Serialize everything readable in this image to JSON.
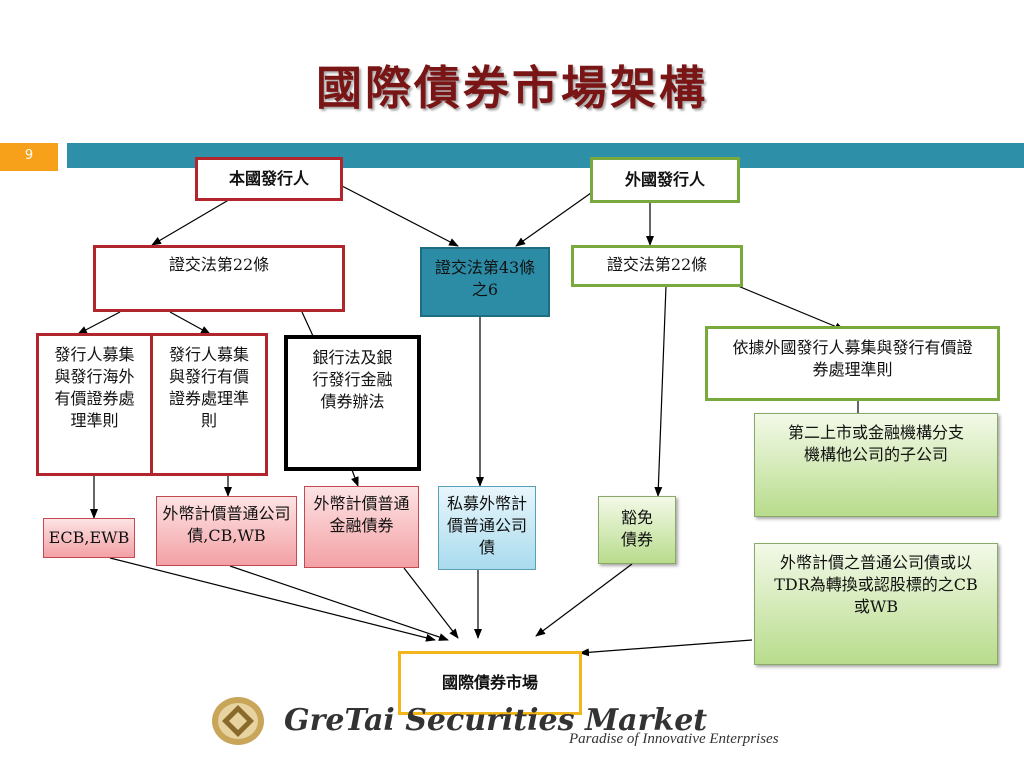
{
  "title": "國際債券市場架構",
  "page_number": "9",
  "nodes": {
    "domestic_issuer": "本國發行人",
    "foreign_issuer": "外國發行人",
    "sec_act_22_left": "證交法第22條",
    "sec_act_43_6": "證交法第43條之6",
    "sec_act_22_right": "證交法第22條",
    "rule_overseas": "發行人募集與發行海外有價證券處理準則",
    "rule_domestic": "發行人募集與發行有價證券處理準則",
    "banking_act": "銀行法及銀行發行金融債券辦法",
    "foreign_rule": "依據外國發行人募集與發行有價證券處理準則",
    "secondary_listing": "第二上市或金融機構分支機構他公司的子公司",
    "ecb_ewb": "ECB,EWB",
    "fx_corporate_cb_wb": "外幣計價普通公司債,CB,WB",
    "fx_financial_bond": "外幣計價普通金融債券",
    "private_fx_bond": "私募外幣計價普通公司債",
    "exempt_bond": "豁免債券",
    "fx_tdr_cb_wb": "外幣計價之普通公司債或以TDR為轉換或認股標的之CB或WB",
    "intl_bond_market": "國際債券市場"
  },
  "footer": {
    "logo_text": "GreTai Securities Market",
    "tagline": "Paradise of Innovative Enterprises"
  },
  "colors": {
    "title": "#7a1516",
    "accent_orange": "#f7a11a",
    "bar_teal": "#2e8fa8",
    "red_border": "#b3252c",
    "green_border": "#79a83c",
    "gold_border": "#f2b61a"
  }
}
